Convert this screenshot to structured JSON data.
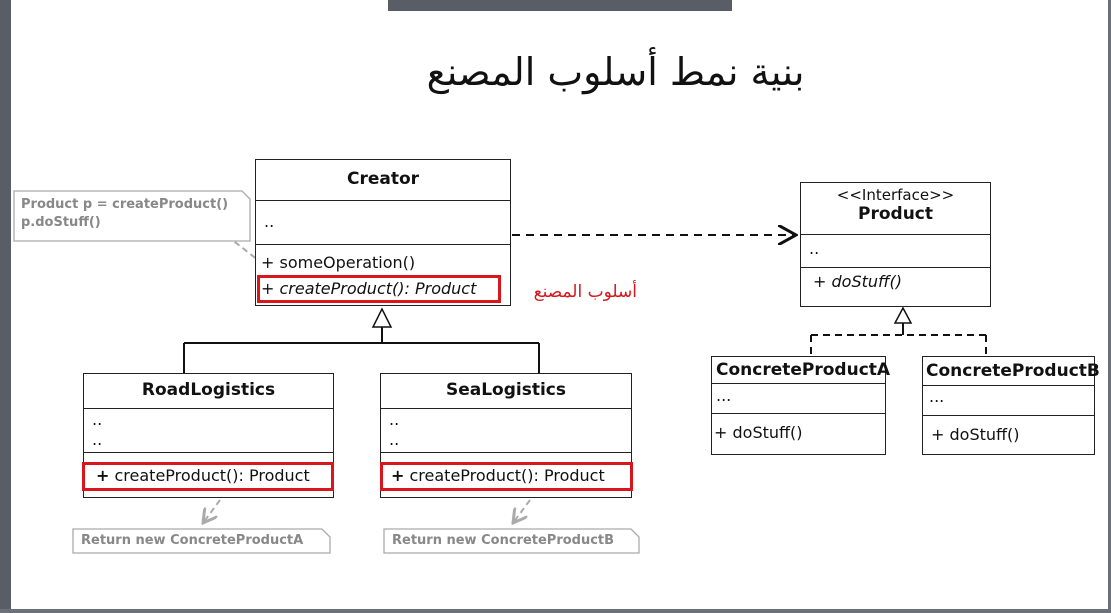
{
  "title": "بنية نمط أسلوب المصنع",
  "creator": {
    "name": "Creator",
    "attribute": "..",
    "operation1": "+ someOperation()",
    "operation2": "+ createProduct(): Product"
  },
  "factory_method_label": "أسلوب المصنع",
  "creator_note": {
    "line1": "Product p = createProduct()",
    "line2": "p.doStuff()"
  },
  "product": {
    "stereotype": "<<Interface>>",
    "name": "Product",
    "attribute": "..",
    "operation": "+ doStuff()"
  },
  "road_logistics": {
    "name": "RoadLogistics",
    "attribute1": "..",
    "attribute2": "..",
    "operation_prefix": "+",
    "operation": "createProduct(): Product",
    "note": "Return new ConcreteProductA"
  },
  "sea_logistics": {
    "name": "SeaLogistics",
    "attribute1": "..",
    "attribute2": "..",
    "operation_prefix": "+",
    "operation": "createProduct(): Product",
    "note": "Return new ConcreteProductB"
  },
  "concrete_a": {
    "name": "ConcreteProductA",
    "attribute": "...",
    "operation": "+ doStuff()"
  },
  "concrete_b": {
    "name": "ConcreteProductB",
    "attribute": "...",
    "operation": "+ doStuff()"
  },
  "colors": {
    "highlight": "#d8161b",
    "frame": "#585d66",
    "note_text": "#888888"
  }
}
